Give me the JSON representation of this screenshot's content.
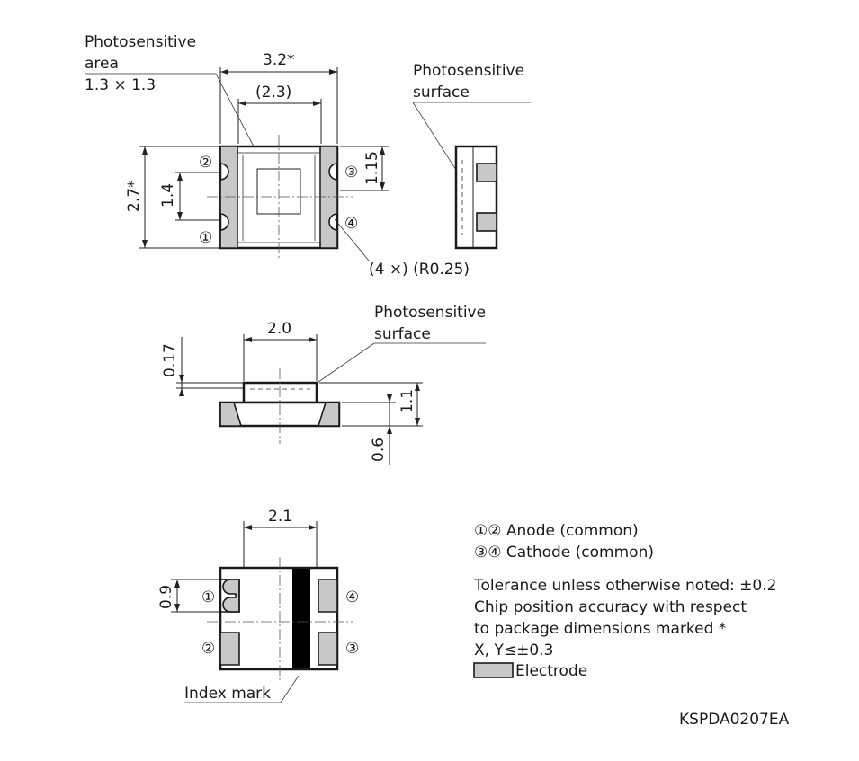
{
  "top_view": {
    "photosensitive_area_label_1": "Photosensitive",
    "photosensitive_area_label_2": "area",
    "photosensitive_area_size": "1.3 × 1.3",
    "dim_width": "3.2*",
    "dim_inner_width": "(2.3)",
    "dim_height": "2.7*",
    "dim_pin_pitch": "1.4",
    "dim_top_to_pin": "1.15",
    "radius_note": "(4 ×) (R0.25)",
    "pin_1": "①",
    "pin_2": "②",
    "pin_3": "③",
    "pin_4": "④"
  },
  "side_view": {
    "label_1": "Photosensitive",
    "label_2": "surface"
  },
  "front_view": {
    "label_1": "Photosensitive",
    "label_2": "surface",
    "dim_top_width": "2.0",
    "dim_window_depth": "0.17",
    "dim_total_height": "1.1",
    "dim_base_height": "0.6"
  },
  "bottom_view": {
    "dim_width": "2.1",
    "dim_pad": "0.9",
    "index_mark": "Index mark",
    "pin_1": "①",
    "pin_2": "②",
    "pin_3": "③",
    "pin_4": "④"
  },
  "notes": {
    "anode": "①② Anode (common)",
    "cathode": "③④ Cathode (common)",
    "tolerance": "Tolerance unless otherwise noted: ±0.2",
    "chip_accuracy_1": "Chip position accuracy with respect",
    "chip_accuracy_2": "to package dimensions marked *",
    "chip_accuracy_3": "X, Y≤±0.3",
    "electrode_legend": "Electrode"
  },
  "drawing_code": "KSPDA0207EA",
  "colors": {
    "electrode": "#c8c8c8",
    "outline": "#1a1a1a",
    "index_mark": "#000000"
  }
}
